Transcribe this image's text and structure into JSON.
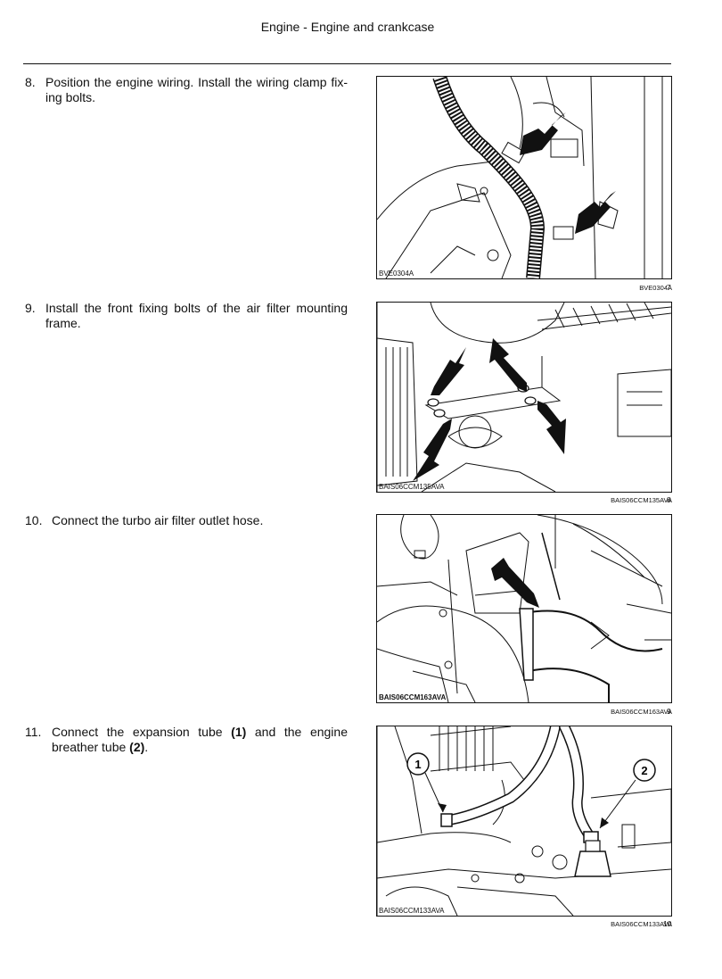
{
  "header": {
    "title": "Engine - Engine and crankcase"
  },
  "steps": [
    {
      "num": "8.",
      "text": "Position the engine wiring. Install the wiring clamp fix-ing bolts.",
      "bold1": "",
      "mid": "",
      "bold2": "",
      "tail": ""
    },
    {
      "num": "9.",
      "text": "Install the front fixing bolts of the air filter mounting frame.",
      "bold1": "",
      "mid": "",
      "bold2": "",
      "tail": ""
    },
    {
      "num": "10.",
      "text": "Connect the turbo air filter outlet hose.",
      "bold1": "",
      "mid": "",
      "bold2": "",
      "tail": ""
    },
    {
      "num": "11.",
      "text": "Connect the expansion tube ",
      "bold1": "(1)",
      "mid": " and the engine breather tube ",
      "bold2": "(2)",
      "tail": "."
    }
  ],
  "figures": [
    {
      "inner_ref": "BVE0304A",
      "caption": "BVE0304A",
      "number": "7"
    },
    {
      "inner_ref": "BAIS06CCM135AVA",
      "caption": "BAIS06CCM135AVA",
      "number": "8"
    },
    {
      "inner_ref": "BAIS06CCM163AVA",
      "caption": "BAIS06CCM163AVA",
      "number": "9"
    },
    {
      "inner_ref": "BAIS06CCM133AVA",
      "caption": "BAIS06CCM133AVA",
      "number": "10",
      "callouts": [
        "1",
        "2"
      ]
    }
  ]
}
